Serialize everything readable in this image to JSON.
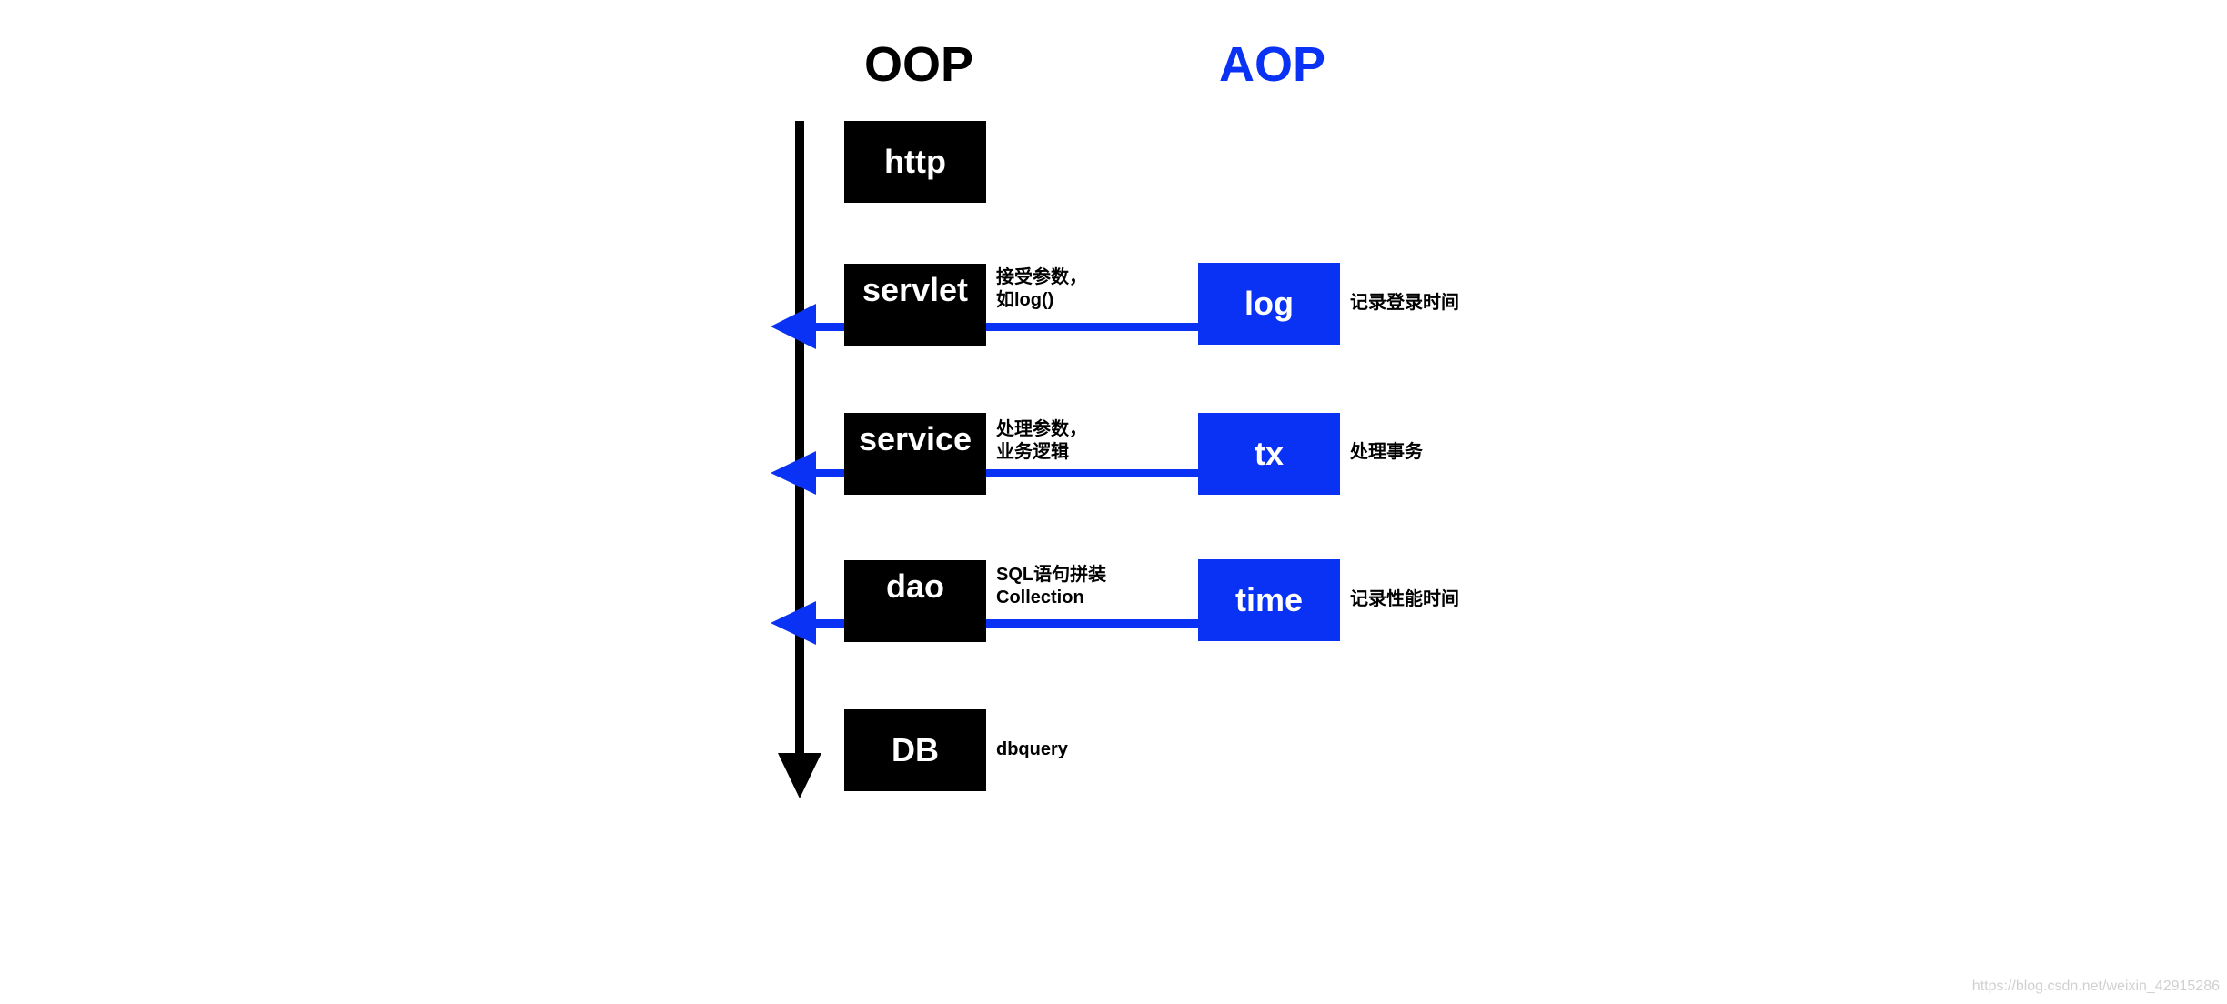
{
  "headings": {
    "oop": "OOP",
    "aop": "AOP"
  },
  "colors": {
    "oop": "#000000",
    "aop": "#0a32f5"
  },
  "oop_layers": [
    {
      "label": "http",
      "note_line1": "",
      "note_line2": ""
    },
    {
      "label": "servlet",
      "note_line1": "接受参数，",
      "note_line2": "如log()"
    },
    {
      "label": "service",
      "note_line1": "处理参数，",
      "note_line2": "业务逻辑"
    },
    {
      "label": "dao",
      "note_line1": "SQL语句拼装",
      "note_line2": "Collection"
    },
    {
      "label": "DB",
      "note_line1": "dbquery",
      "note_line2": ""
    }
  ],
  "aop_aspects": [
    {
      "label": "log",
      "note": "记录登录时间"
    },
    {
      "label": "tx",
      "note": "处理事务"
    },
    {
      "label": "time",
      "note": "记录性能时间"
    }
  ],
  "watermark": "https://blog.csdn.net/weixin_42915286"
}
